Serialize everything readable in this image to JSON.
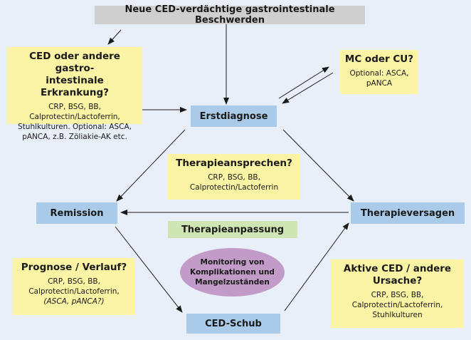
{
  "nodes": {
    "top": "Neue CED-verdächtige gastrointestinale Beschwerden",
    "erstdiagnose": "Erstdiagnose",
    "remission": "Remission",
    "therapieversagen": "Therapieversagen",
    "schub": "CED-Schub",
    "therapieanpassung": "Therapieanpassung",
    "monitoring": [
      "Monitoring von",
      "Komplikationen und",
      "Mangelzuständen"
    ]
  },
  "boxes": {
    "ced": {
      "title": [
        "CED oder andere gastro-",
        "intestinale Erkrankung?"
      ],
      "body": [
        "CRP, BSG, BB,",
        "Calprotectin/Lactoferrin,",
        "Stuhlkulturen. Optional: ASCA,",
        "pANCA, z.B. Zöliakie-AK etc."
      ]
    },
    "mc": {
      "title": "MC oder CU?",
      "body": [
        "Optional: ASCA,",
        "pANCA"
      ]
    },
    "therapieansprechen": {
      "title": "Therapieansprechen?",
      "body": [
        "CRP, BSG, BB,",
        "Calprotectin/Lactoferrin"
      ]
    },
    "prognose": {
      "title": "Prognose / Verlauf?",
      "body": [
        "CRP, BSG, BB,",
        "Calprotectin/Lactoferrin,"
      ],
      "body_italic": "(ASCA, pANCA?)"
    },
    "aktiv": {
      "title": [
        "Aktive CED / andere",
        "Ursache?"
      ],
      "body": [
        "CRP, BSG, BB,",
        "Calprotectin/Lactoferrin,",
        "Stuhlkulturen"
      ]
    }
  },
  "colors": {
    "background": "#e9eff8",
    "blue_box": "#a9cbe9",
    "yellow_box": "#fbf4a5",
    "green_box": "#cfe6b4",
    "grey_box": "#cfcfcf",
    "ellipse": "#c39bc8",
    "arrow": "#1a1a1a"
  }
}
